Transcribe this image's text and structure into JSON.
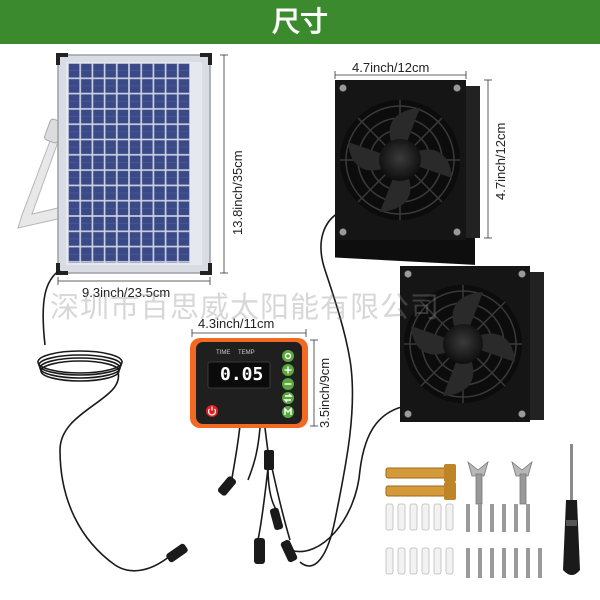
{
  "banner": {
    "title": "尺寸"
  },
  "dimensions": {
    "panel_width": "9.3inch/23.5cm",
    "panel_height": "13.8inch/35cm",
    "fan_width": "4.7inch/12cm",
    "fan_height": "4.7inch/12cm",
    "controller_width": "4.3inch/11cm",
    "controller_height": "3.5inch/9cm"
  },
  "controller": {
    "time_label": "TIME",
    "temp_label": "TEMP",
    "display_value": "0.05",
    "button_icons": [
      "gear-icon",
      "plus-icon",
      "minus-icon",
      "swap-icon",
      "mode-icon"
    ],
    "power_icon": "power-icon"
  },
  "watermark": {
    "text": "深圳市百思威太阳能有限公司"
  },
  "colors": {
    "banner": "#3c8a2e",
    "controller_body": "#f26a21",
    "controller_face": "#1f1f1f",
    "button_green": "#5aa83c",
    "power_red": "#e02020",
    "panel_cell": "#3b4a86",
    "fan_black": "#151515"
  }
}
